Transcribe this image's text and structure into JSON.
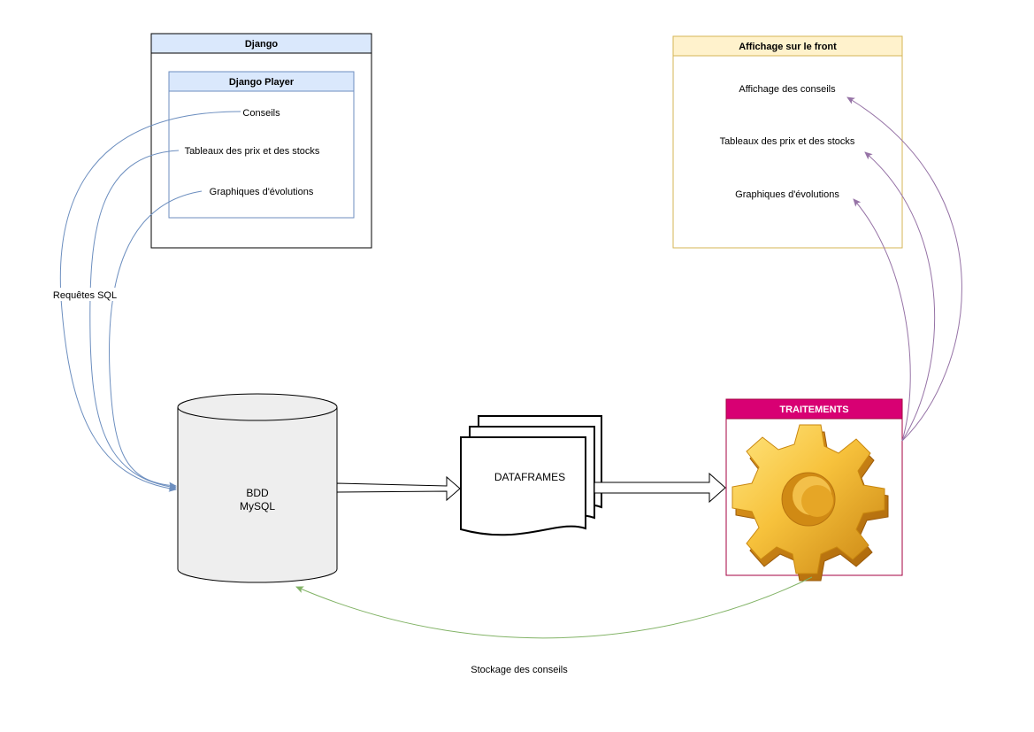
{
  "django": {
    "title": "Django",
    "player": {
      "title": "Django Player",
      "items": [
        "Conseils",
        "Tableaux des prix et des stocks",
        "Graphiques d'évolutions"
      ]
    }
  },
  "front": {
    "title": "Affichage sur le front",
    "items": [
      "Affichage des conseils",
      "Tableaux des prix et des stocks",
      "Graphiques d'évolutions"
    ]
  },
  "db": {
    "line1": "BDD",
    "line2": "MySQL"
  },
  "dataframes": {
    "label": "DATAFRAMES"
  },
  "traitements": {
    "title": "TRAITEMENTS",
    "icon": "gear-icon"
  },
  "edges": {
    "sql_label": "Requêtes SQL",
    "storage_label": "Stockage des conseils"
  },
  "colors": {
    "django_header": "#dae8fc",
    "django_border": "#6c8ebf",
    "front_header": "#fff2cc",
    "front_border": "#d6b656",
    "traitements_header": "#d80073",
    "traitements_border": "#a50040",
    "db_fill": "#eeeeee",
    "sql_arrow": "#6c8ebf",
    "front_arrow": "#9673a6",
    "storage_arrow": "#82b366"
  }
}
